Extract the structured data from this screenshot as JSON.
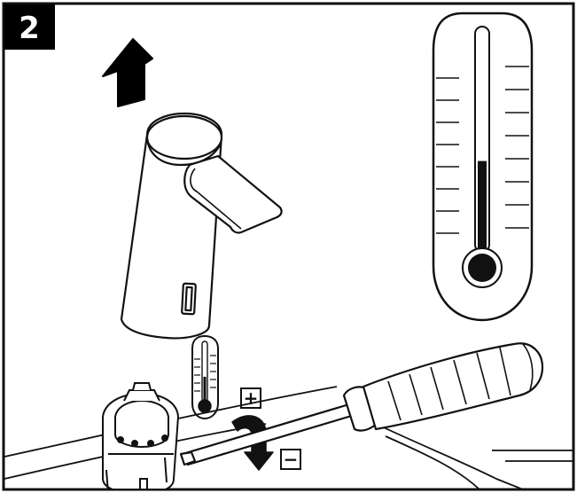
{
  "step": {
    "number": "2"
  },
  "signs": {
    "plus": "+",
    "minus": "−"
  },
  "colors": {
    "ink": "#111111",
    "badge_bg": "#000000",
    "badge_text": "#ffffff",
    "paper": "#ffffff"
  },
  "icons": {
    "up_arrow": "up-arrow-icon",
    "thermometer": "thermometer-icon",
    "rotate_arrow": "rotate-arrow-icon",
    "screwdriver": "screwdriver-icon"
  },
  "thermometer_large": {
    "fill_fraction": 0.42
  },
  "thermometer_small": {
    "fill_fraction": 0.45
  }
}
